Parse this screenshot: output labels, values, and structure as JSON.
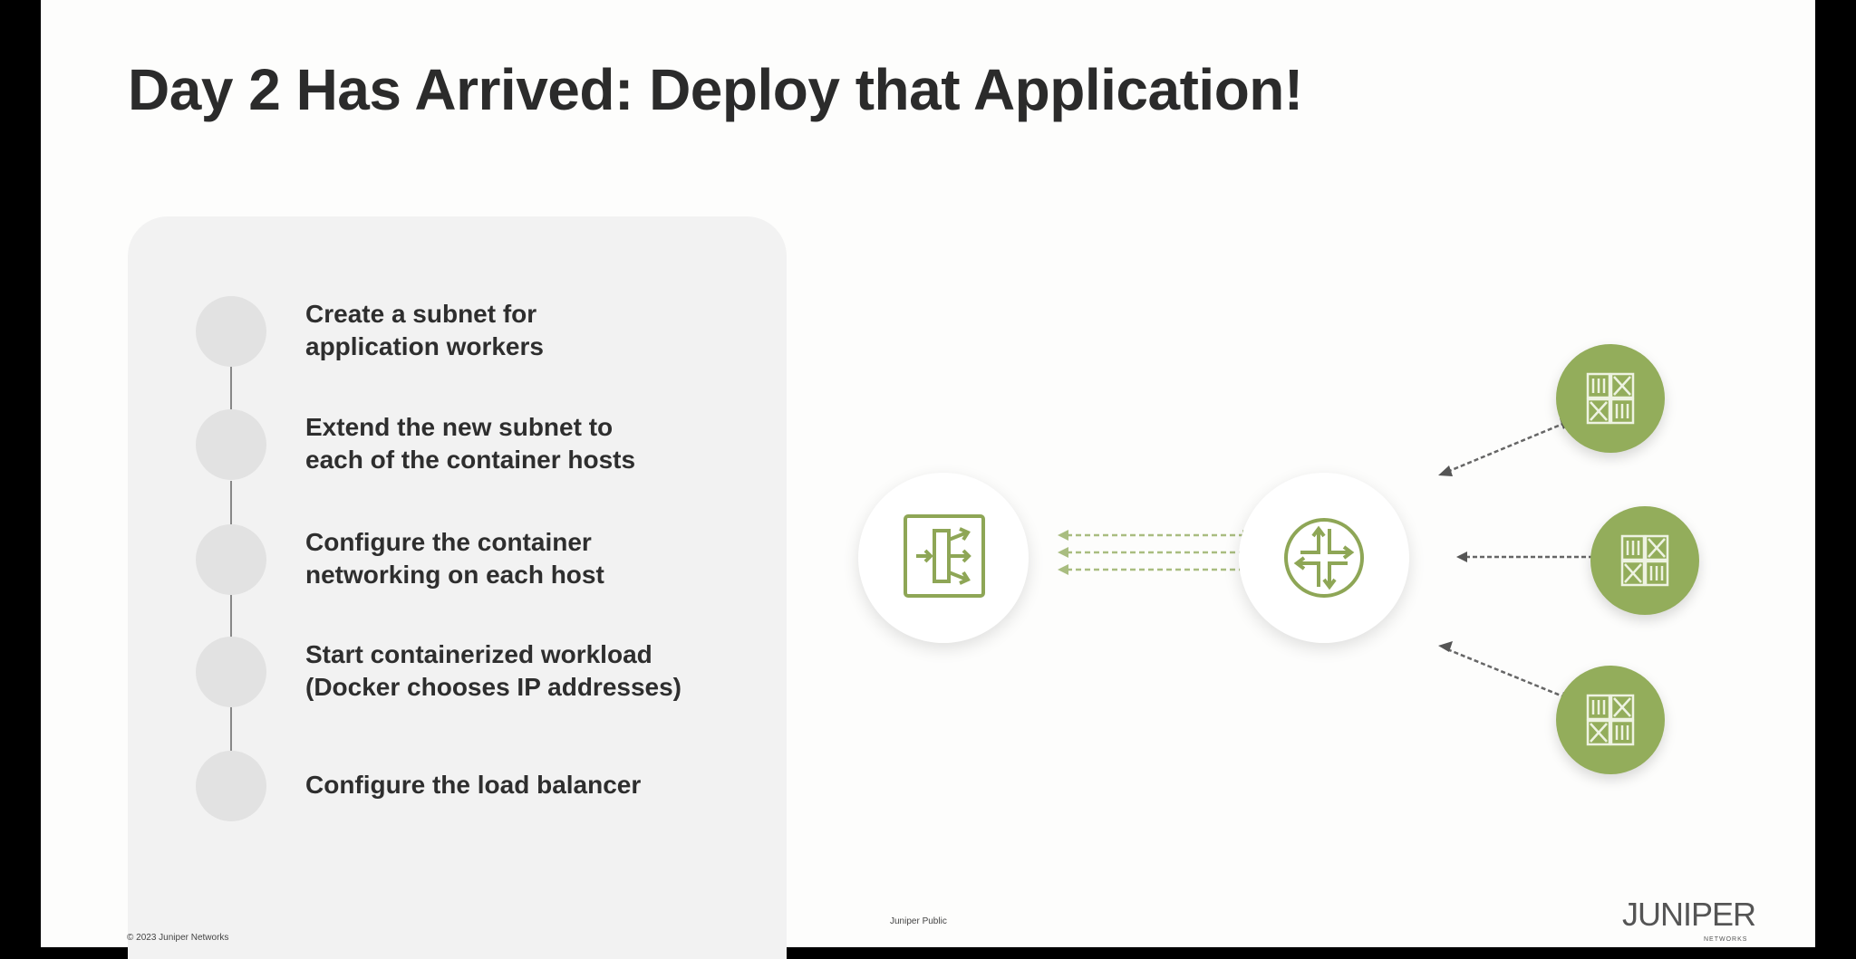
{
  "slide": {
    "title": "Day 2 Has Arrived: Deploy that Application!",
    "steps": [
      {
        "line1": "Create a subnet for",
        "line2": "application workers"
      },
      {
        "line1": "Extend the new subnet to",
        "line2": "each of the container hosts"
      },
      {
        "line1": "Configure the container",
        "line2": "networking on each host"
      },
      {
        "line1": "Start containerized workload",
        "line2": "(Docker chooses IP addresses)"
      },
      {
        "line1": "Configure the load balancer",
        "line2": ""
      }
    ],
    "diagram": {
      "load_balancer_icon": "load-balancer-icon",
      "router_icon": "router-icon",
      "container_icon": "container-host-icon",
      "accent_color": "#93ad5b"
    },
    "footer": {
      "copyright": "© 2023 Juniper Networks",
      "classification": "Juniper Public",
      "logo_text": "JUNIPER",
      "logo_subtext": "NETWORKS"
    }
  }
}
